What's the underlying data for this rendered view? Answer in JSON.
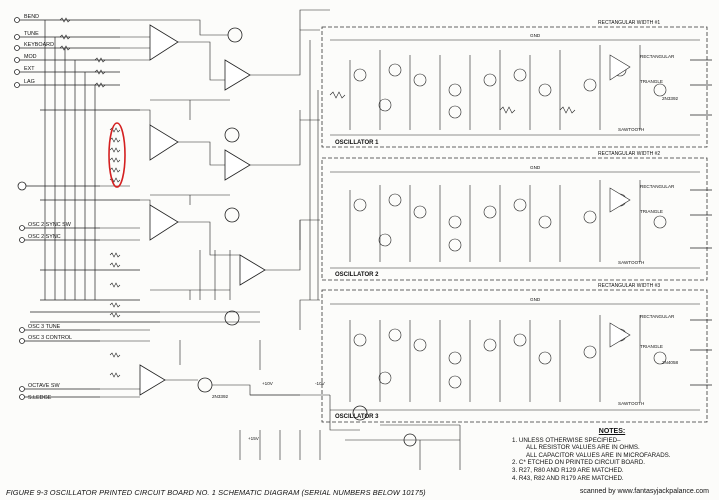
{
  "inputs": [
    {
      "label": "BEND"
    },
    {
      "label": "TUNE"
    },
    {
      "label": "KEYBOARD"
    },
    {
      "label": "MOD"
    },
    {
      "label": "EXT"
    },
    {
      "label": "LAG"
    }
  ],
  "osc_inputs": [
    {
      "label": "OSC 2 SYNC SW"
    },
    {
      "label": "OSC 2 SYNC"
    },
    {
      "label": "OSC 3 TUNE"
    },
    {
      "label": "OSC 3 CONTROL"
    },
    {
      "label": "OCTAVE SW"
    },
    {
      "label": "S.LEDGE"
    }
  ],
  "sections": [
    {
      "label": "OSCILLATOR 1",
      "rect_label": "RECTANGULAR WIDTH #1"
    },
    {
      "label": "OSCILLATOR 2",
      "rect_label": "RECTANGULAR WIDTH #2"
    },
    {
      "label": "OSCILLATOR 3",
      "rect_label": "RECTANGULAR WIDTH #3"
    }
  ],
  "outputs": [
    "RECTANGULAR",
    "TRIANGLE",
    "SAWTOOTH"
  ],
  "rails": {
    "gnd": "GND",
    "plus10": "+10V",
    "minus10": "-10V",
    "plus15": "+15V"
  },
  "transistors": [
    "2N3392",
    "2N4058",
    "2N3392"
  ],
  "notes": {
    "title": "NOTES:",
    "lines": [
      "1.  UNLESS OTHERWISE SPECIFIED–",
      "ALL RESISTOR VALUES ARE IN OHMS.",
      "ALL CAPACITOR VALUES ARE IN MICROFARADS.",
      "2.  C* ETCHED ON PRINTED CIRCUIT BOARD.",
      "3.  R27, R80 AND R129 ARE MATCHED.",
      "4.  R43, R82 AND R179 ARE MATCHED."
    ]
  },
  "caption": "FIGURE 9-3 OSCILLATOR PRINTED CIRCUIT BOARD NO. 1 SCHEMATIC DIAGRAM (SERIAL NUMBERS BELOW 10175)",
  "credit": "scanned by www.fantasyjackpalance.com",
  "colors": {
    "ink": "#222222",
    "highlight": "#d42020",
    "paper": "#fcfcfa"
  }
}
